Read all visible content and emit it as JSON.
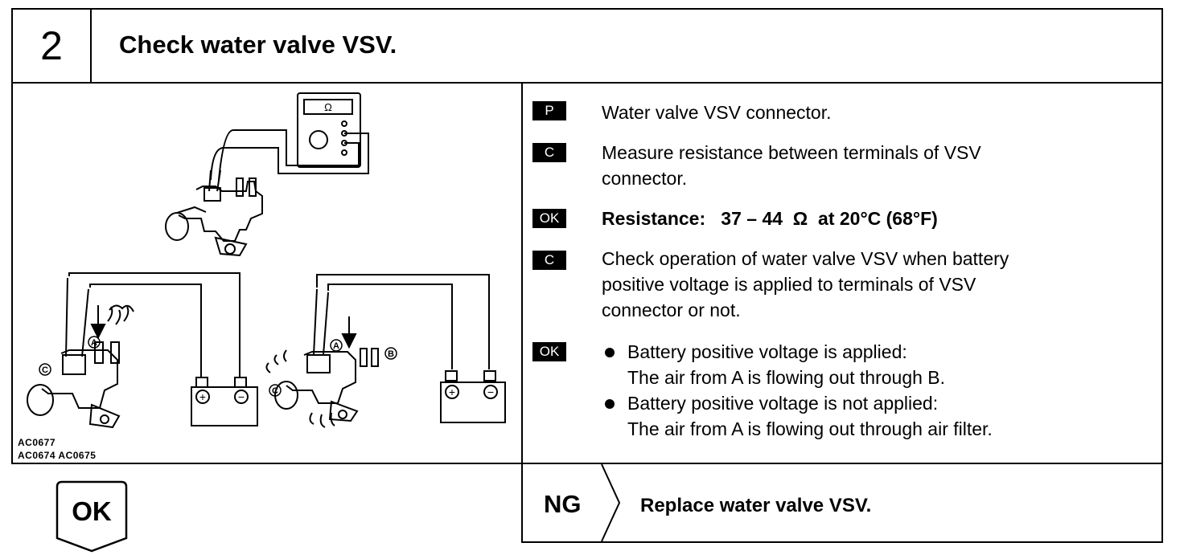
{
  "step": {
    "number": "2",
    "title": "Check water valve VSV."
  },
  "figure": {
    "codes": [
      "AC0677",
      "AC0674  AC0675"
    ],
    "labels": {
      "a1": "A",
      "c1": "C",
      "a2": "A",
      "b2": "B",
      "c2": "C"
    },
    "meter_symbol": "Ω",
    "plus": "+",
    "minus": "−"
  },
  "steps": [
    {
      "badge": "P",
      "lines": [
        "Water valve VSV connector."
      ]
    },
    {
      "badge": "C",
      "lines": [
        "Measure resistance between terminals of VSV",
        "connector."
      ]
    },
    {
      "badge": "OK",
      "text": "Resistance:   37 – 44  Ω  at 20°C (68°F)"
    },
    {
      "badge": "C",
      "lines": [
        "Check operation of water valve VSV when battery",
        "positive voltage is applied to terminals of VSV",
        "connector or not."
      ]
    },
    {
      "badge": "OK",
      "bullets": [
        {
          "head": "Battery positive voltage is applied:",
          "detail": "The air from A is flowing out through B."
        },
        {
          "head": "Battery positive voltage is not applied:",
          "detail": "The air from A is flowing out through air filter."
        }
      ]
    }
  ],
  "ng": {
    "label": "NG",
    "action": "Replace water valve VSV."
  },
  "ok": {
    "label": "OK"
  }
}
